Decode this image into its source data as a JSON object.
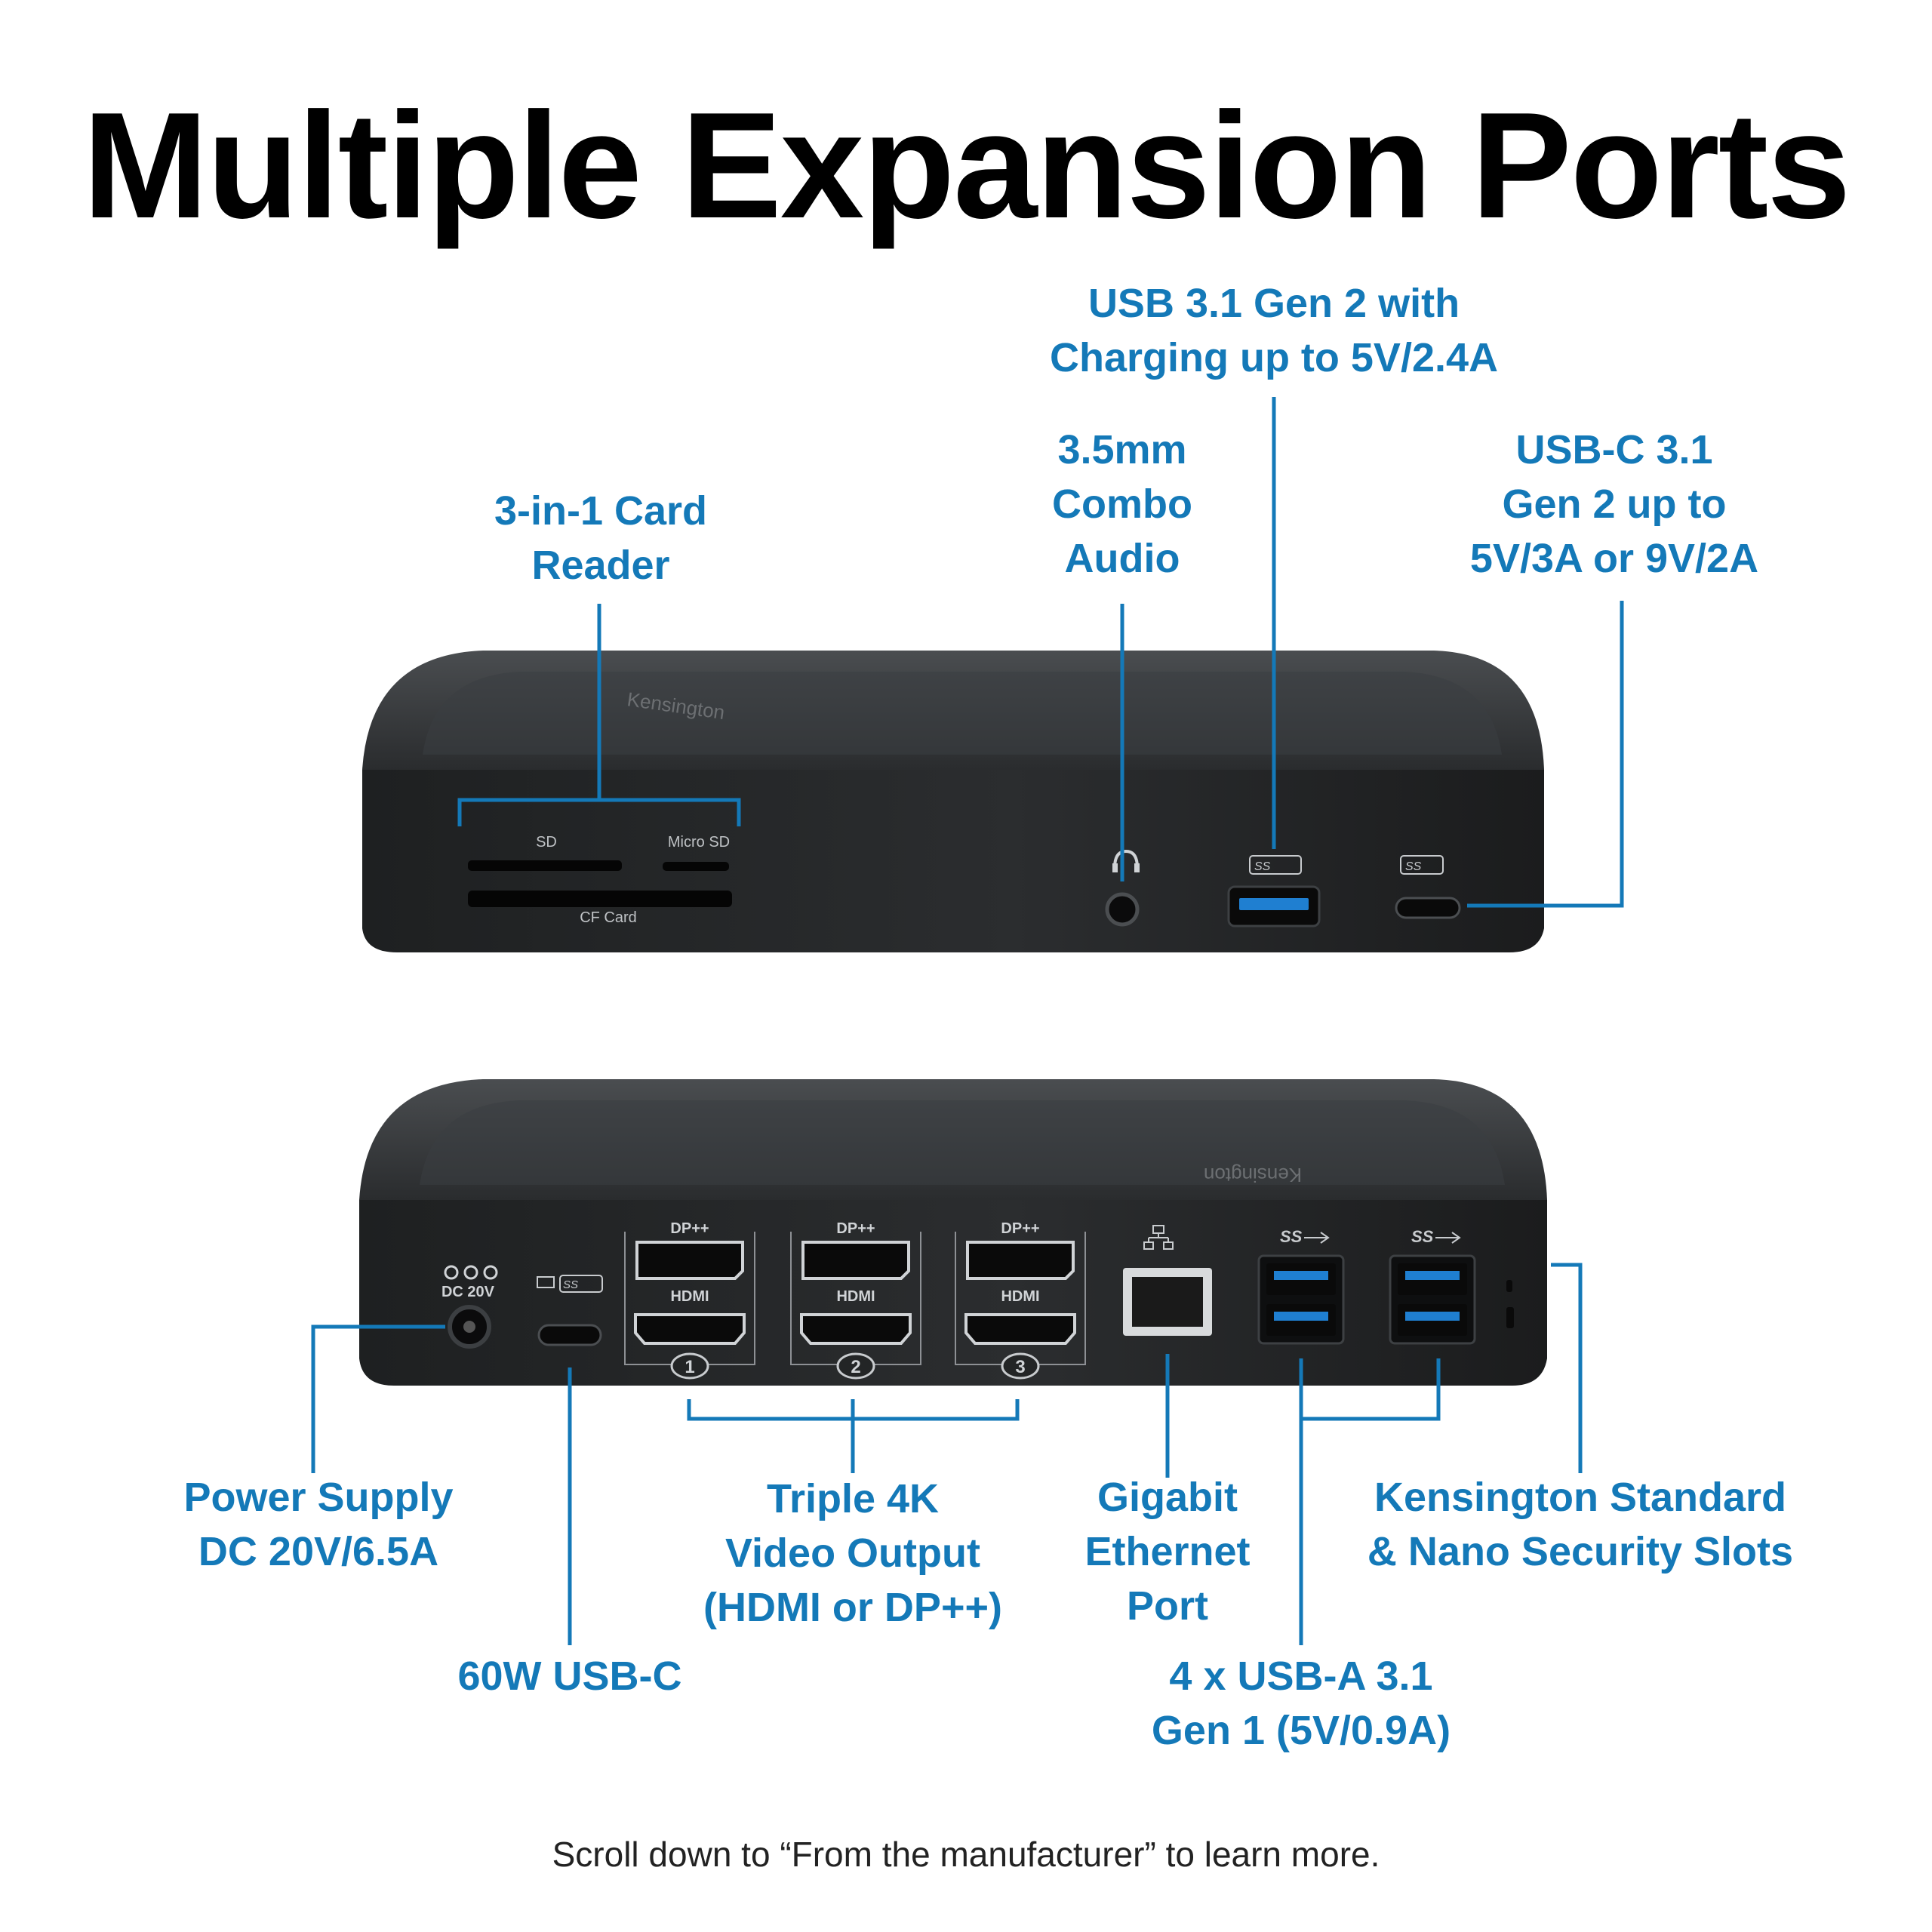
{
  "title": "Multiple Expansion Ports",
  "footer": "Scroll down to “From the manufacturer” to learn more.",
  "accent_color": "#1479b8",
  "device_color": "#232526",
  "front_panel": {
    "brand_text": "Kensington",
    "labels": {
      "sd": "SD",
      "micro_sd": "Micro SD",
      "cf_card": "CF Card"
    },
    "icons": [
      "headset-icon",
      "superspeed-usb-icon",
      "superspeed-usb-c-icon"
    ]
  },
  "rear_panel": {
    "brand_text": "Kensington",
    "power_label": "DC  20V",
    "video_ports": [
      {
        "number": "1",
        "dp_label": "DP++",
        "hdmi_label": "HDMI"
      },
      {
        "number": "2",
        "dp_label": "DP++",
        "hdmi_label": "HDMI"
      },
      {
        "number": "3",
        "dp_label": "DP++",
        "hdmi_label": "HDMI"
      }
    ],
    "icons": [
      "dc-polarity-icon",
      "laptop-usb-c-icon",
      "ethernet-network-icon",
      "superspeed-usb-icon",
      "superspeed-usb-icon"
    ]
  },
  "callouts": {
    "card_reader": "3-in-1 Card\nReader",
    "audio": "3.5mm\nCombo\nAudio",
    "usb31_gen2": "USB 3.1 Gen 2 with\nCharging up to 5V/2.4A",
    "usbc31": "USB-C 3.1\nGen 2 up to\n5V/3A or 9V/2A",
    "power_supply": "Power Supply\nDC 20V/6.5A",
    "usbc_60w": "60W USB-C",
    "video_output": "Triple 4K\nVideo Output\n(HDMI or DP++)",
    "ethernet": "Gigabit\nEthernet\nPort",
    "usba": "4 x USB-A 3.1\nGen 1 (5V/0.9A)",
    "security": "Kensington Standard\n& Nano Security Slots"
  }
}
